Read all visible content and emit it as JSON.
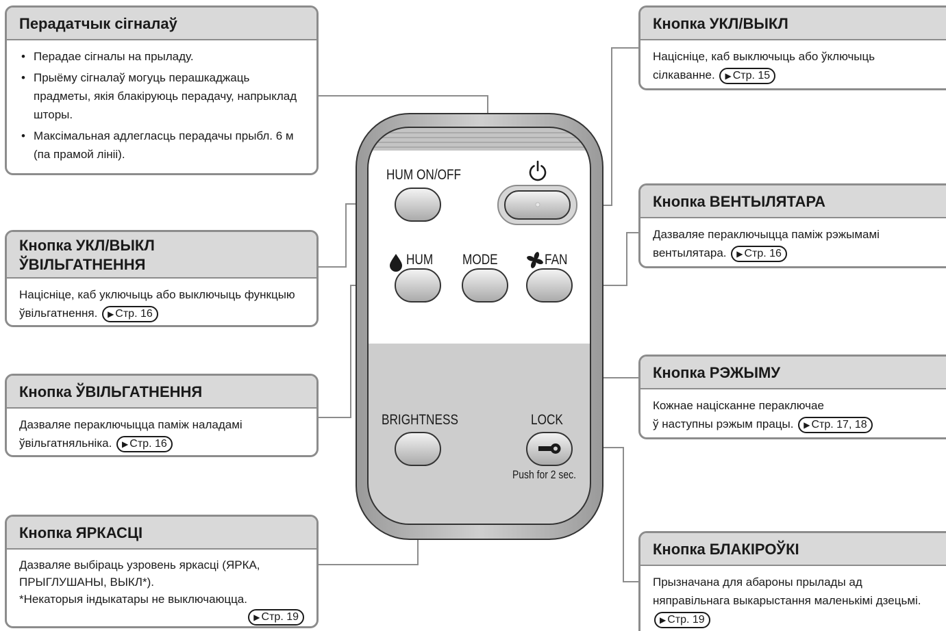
{
  "boxes": {
    "transmitter": {
      "title": "Перадатчык сігналаў",
      "items": [
        "Перадае сігналы на прыладу.",
        "Прыёму сігналаў могуць перашкаджаць прадметы, якія блакіруюць перадачу, напрыклад шторы.",
        "Максімальная адлегласць перадачы прыбл. 6 м (па прамой лініі)."
      ]
    },
    "hum_onoff": {
      "title_line1": "Кнопка УКЛ/ВЫКЛ",
      "title_line2": "ЎВІЛЬГАТНЕННЯ",
      "text": "Націсніце, каб уключыць або выключыць функцыю ўвільгатнення.",
      "ref": "Стр. 16"
    },
    "hum": {
      "title": "Кнопка ЎВІЛЬГАТНЕННЯ",
      "text": "Дазваляе пераключыцца паміж наладамі ўвільгатняльніка.",
      "ref": "Стр. 16"
    },
    "brightness": {
      "title": "Кнопка ЯРКАСЦІ",
      "text": "Дазваляе выбіраць узровень яркасці (ЯРКА, ПРЫГЛУШАНЫ, ВЫКЛ*).",
      "note": "*Некаторыя індыкатары не выключаюцца.",
      "ref": "Стр. 19"
    },
    "power": {
      "title": "Кнопка УКЛ/ВЫКЛ",
      "text": "Націсніце, каб выключыць або ўключыць сілкаванне.",
      "ref": "Стр. 15"
    },
    "fan": {
      "title": "Кнопка ВЕНТЫЛЯТАРА",
      "text": "Дазваляе пераключыцца паміж рэжымамі вентылятара.",
      "ref": "Стр. 16"
    },
    "mode": {
      "title": "Кнопка РЭЖЫМУ",
      "text_line1": "Кожнае націсканне пераключае",
      "text_line2": "ў наступны рэжым працы.",
      "ref": "Стр. 17, 18"
    },
    "lock": {
      "title": "Кнопка БЛАКІРОЎКІ",
      "text": "Прызначана для абароны прылады ад няправільнага выкарыстання маленькімі дзецьмі.",
      "ref": "Стр. 19"
    }
  },
  "remote": {
    "hum_onoff_label": "HUM ON/OFF",
    "hum_label": "HUM",
    "mode_label": "MODE",
    "fan_label": "FAN",
    "brightness_label": "BRIGHTNESS",
    "lock_label": "LOCK",
    "lock_hint": "Push for 2 sec."
  }
}
